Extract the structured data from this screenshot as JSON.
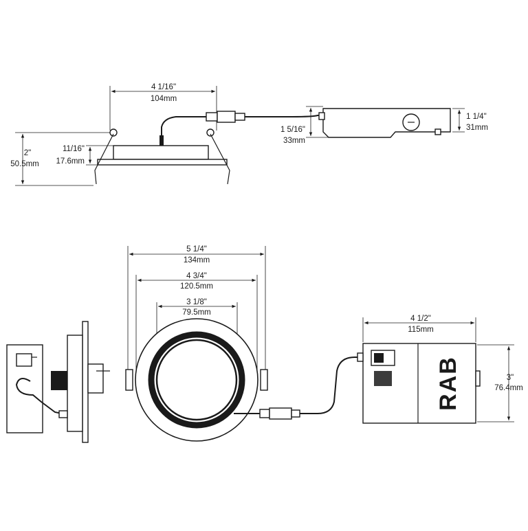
{
  "colors": {
    "ink": "#1a1a1a",
    "background": "#ffffff"
  },
  "top_view": {
    "trim_width_in": "4 1/16\"",
    "trim_width_mm": "104mm",
    "junction_box_height_in": "1 1/4\"",
    "junction_box_height_mm": "31mm",
    "box_height_in": "1 5/16\"",
    "box_height_mm": "33mm",
    "overall_height_in": "2\"",
    "overall_height_mm": "50.5mm",
    "trim_height_in": "11/16\"",
    "trim_height_mm": "17.6mm"
  },
  "bottom_view": {
    "outer_dia_in": "5 1/4\"",
    "outer_dia_mm": "134mm",
    "mid_dia_in": "4 3/4\"",
    "mid_dia_mm": "120.5mm",
    "inner_dia_in": "3 1/8\"",
    "inner_dia_mm": "79.5mm",
    "driver_width_in": "4 1/2\"",
    "driver_width_mm": "115mm",
    "driver_height_in": "3\"",
    "driver_height_mm": "76.4mm",
    "brand_logo": "RAB"
  }
}
